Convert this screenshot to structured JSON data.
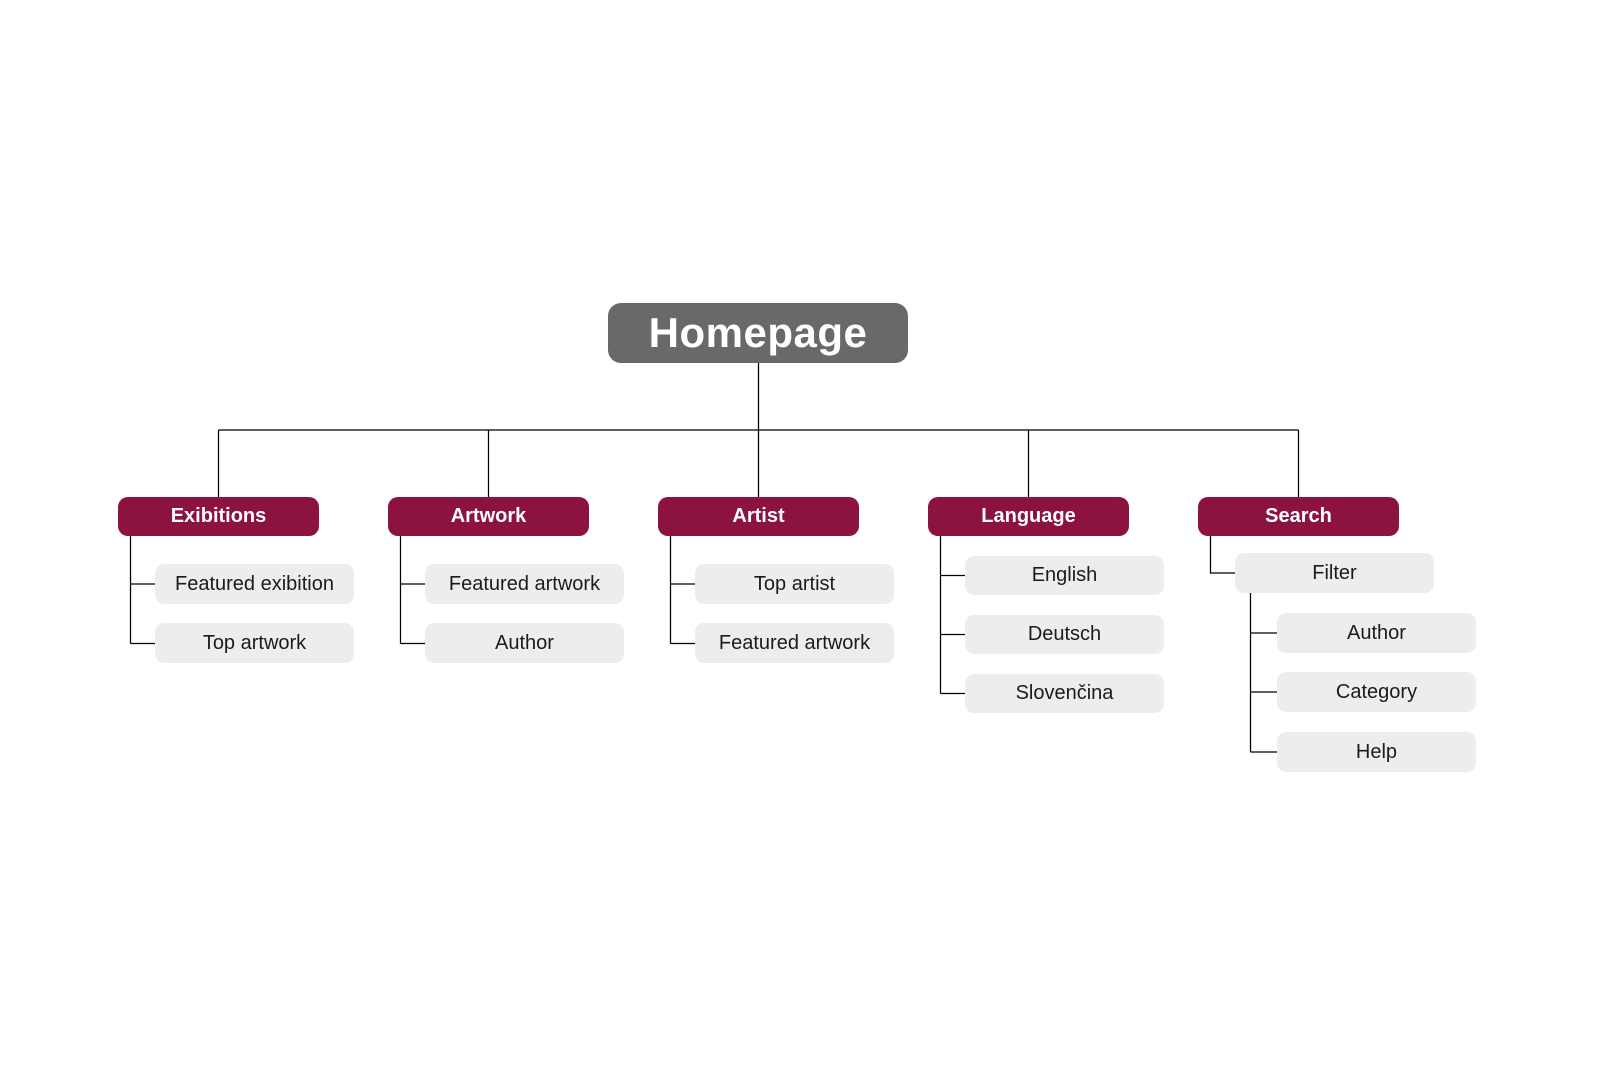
{
  "diagram": {
    "root": {
      "label": "Homepage"
    },
    "branches": [
      {
        "label": "Exibitions",
        "children": [
          {
            "label": "Featured exibition"
          },
          {
            "label": "Top artwork"
          }
        ]
      },
      {
        "label": "Artwork",
        "children": [
          {
            "label": "Featured artwork"
          },
          {
            "label": "Author"
          }
        ]
      },
      {
        "label": "Artist",
        "children": [
          {
            "label": "Top artist"
          },
          {
            "label": "Featured artwork"
          }
        ]
      },
      {
        "label": "Language",
        "children": [
          {
            "label": "English"
          },
          {
            "label": "Deutsch"
          },
          {
            "label": "Slovenčina"
          }
        ]
      },
      {
        "label": "Search",
        "children": [
          {
            "label": "Filter",
            "children": [
              {
                "label": "Author"
              },
              {
                "label": "Category"
              },
              {
                "label": "Help"
              }
            ]
          }
        ]
      }
    ],
    "colors": {
      "canvas_bg": "#FFFFFF",
      "root_bg": "#696969",
      "root_text": "#FFFFFF",
      "branch_bg": "#8C123F",
      "branch_text": "#FFFFFF",
      "child_bg": "#EDEDED",
      "child_text": "#1B1B1B",
      "connector": "#000000"
    }
  }
}
